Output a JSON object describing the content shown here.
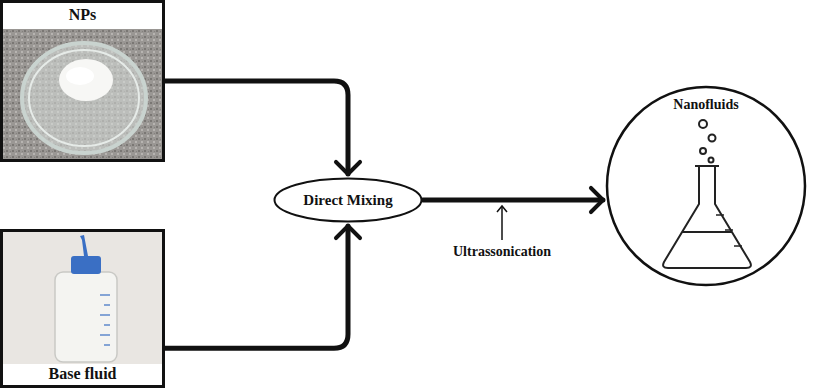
{
  "diagram": {
    "nodes": [
      {
        "text": [
          "NPs"
        ]
      },
      {
        "text": [
          "Base fluid"
        ]
      },
      {
        "text": [
          "Direct Mixing"
        ]
      },
      {
        "text": [
          "Nanofluids"
        ]
      }
    ],
    "edges": [
      {
        "from": 0,
        "to": 2,
        "arrow": "to"
      },
      {
        "from": 1,
        "to": 2,
        "arrow": "to"
      },
      {
        "from": 2,
        "to": 3,
        "arrow": "to"
      }
    ],
    "labels": [
      "Ultrassonication"
    ]
  }
}
